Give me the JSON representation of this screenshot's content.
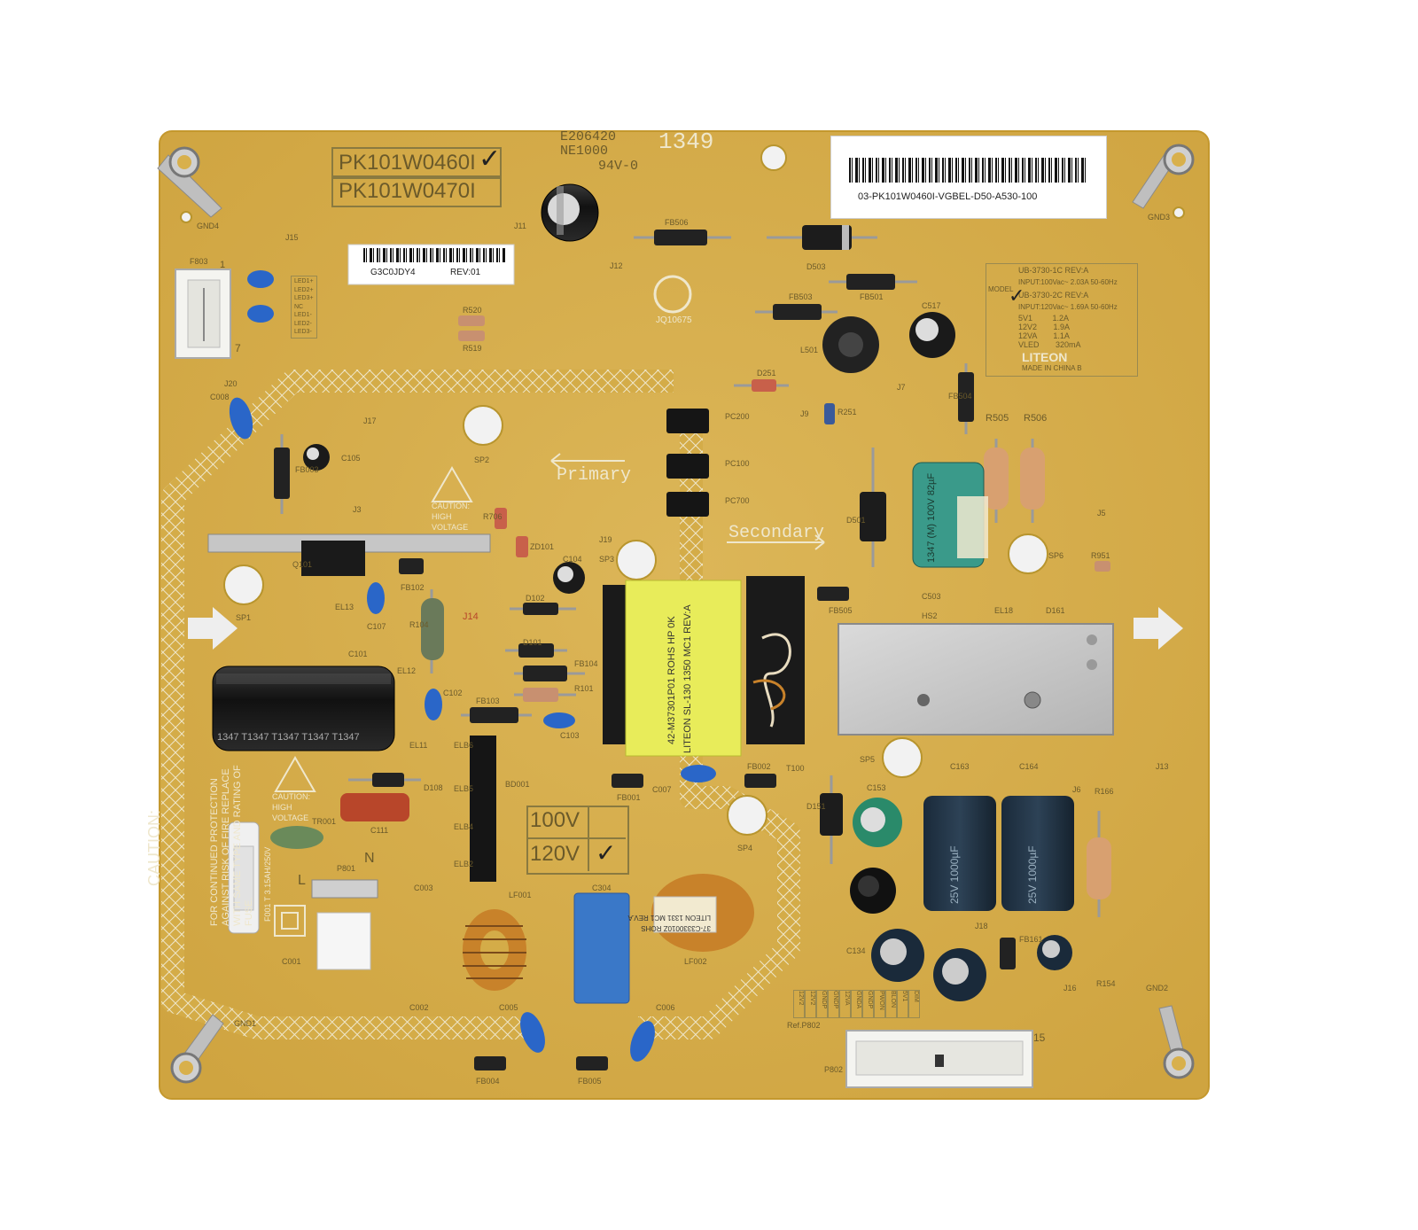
{
  "board": {
    "part_checked": "PK101W0460I",
    "part_alt": "PK101W0470I",
    "cert_line1": "E206420",
    "cert_line2": "NE1000",
    "flammability": "94V-0",
    "date_code": "1349",
    "barcode_text": "03-PK101W0460I-VGBEL-D50-A530-100",
    "sticker2_code": "G3C0JDY4",
    "sticker2_rev": "REV:01",
    "jqa_code": "JQ10675",
    "primary_label": "Primary",
    "secondary_label": "Secondary",
    "caution_title": "CAUTION:",
    "caution_body": "FOR CONTINUED PROTECTION AGAINST RISK OF FIRE REPLACE WITH SAME TYPE AND RATING OF FUSE.",
    "caution_hv_1": "CAUTION:",
    "caution_hv_2": "HIGH",
    "caution_hv_3": "VOLTAGE",
    "fuse_rating": "F001 T 3.15AH/250V",
    "voltage_100": "100V",
    "voltage_120": "120V",
    "brand": "LITEON",
    "made_in": "MADE IN CHINA B",
    "model_word": "MODEL",
    "model_a": "UB-3730-1C   REV:A",
    "model_a_input": "INPUT:100Vac~ 2.03A 50-60Hz",
    "model_b": "UB-3730-2C   REV:A",
    "model_b_input": "INPUT:120Vac~ 1.69A 50-60Hz",
    "outputs": [
      {
        "rail": "5V1",
        "value": "1.2A"
      },
      {
        "rail": "12V2",
        "value": "1.9A"
      },
      {
        "rail": "12VA",
        "value": "1.1A"
      },
      {
        "rail": "VLED",
        "value": "320mA"
      }
    ],
    "transformer_text1": "42-M37301P01 ROHS HP 0K",
    "transformer_text2": "LITEON SL-130 1350 MC1 REV:A",
    "inductor_text1": "37-C3330010Z ROHS",
    "inductor_text2": "LITEON 1331 MC1 REV.A",
    "cap_c101_text": "1347 T1347 T1347 T1347 T1347",
    "cap_c163_text": "25V 1000µF",
    "cap_c164_text": "25V 1000µF",
    "cap_c503_text": "1347 (M) 100V 82µF",
    "led_pins": [
      "LED1+",
      "LED2+",
      "LED3+",
      "NC",
      "LED1-",
      "LED2-",
      "LED3-"
    ],
    "p802_pins": [
      "12V2",
      "12V2",
      "GNDP",
      "GNDP",
      "12VA",
      "GNDA",
      "GNDP",
      "PWON",
      "BLON",
      "5V1",
      "DIM"
    ],
    "refs": {
      "gnd1": "GND1",
      "gnd2": "GND2",
      "gnd3": "GND3",
      "gnd4": "GND4",
      "f803": "F803",
      "j15": "J15",
      "j20": "J20",
      "c008": "C008",
      "j17": "J17",
      "c105": "C105",
      "fb003": "FB003",
      "j3": "J3",
      "sp2": "SP2",
      "sp1": "SP1",
      "c107": "C107",
      "fb102": "FB102",
      "c101": "C101",
      "el12": "EL12",
      "el11": "EL11",
      "c102": "C102",
      "fb103": "FB103",
      "r101": "R101",
      "c103": "C103",
      "fb104": "FB104",
      "d101": "D101",
      "d102": "D102",
      "c104": "C104",
      "sp3": "SP3",
      "j19": "J19",
      "zd101": "ZD101",
      "r706": "R706",
      "j14": "J14",
      "r520": "R520",
      "r519": "R519",
      "j11": "J11",
      "j12": "J12",
      "fb506": "FB506",
      "d503": "D503",
      "fb501": "FB501",
      "fb503": "FB503",
      "l501": "L501",
      "c517": "C517",
      "d251": "D251",
      "j9": "J9",
      "r251": "R251",
      "j7": "J7",
      "fb504": "FB504",
      "r505": "R505",
      "r506": "R506",
      "pc200": "PC200",
      "pc100": "PC100",
      "pc700": "PC700",
      "d501": "D501",
      "c503": "C503",
      "j5": "J5",
      "sp6": "SP6",
      "r951": "R951",
      "hs2": "HS2",
      "d161": "D161",
      "el18": "EL18",
      "fb505": "FB505",
      "fb002": "FB002",
      "t100": "T100",
      "sp5": "SP5",
      "c163": "C163",
      "c164": "C164",
      "c153": "C153",
      "d151": "D151",
      "j6": "J6",
      "r166": "R166",
      "j13": "J13",
      "c134": "C134",
      "j18": "J18",
      "fb161": "FB161",
      "j16": "J16",
      "r154": "R154",
      "ref_p802": "Ref.P802",
      "p802": "P802",
      "pin15": "15",
      "c007": "C007",
      "fb001": "FB001",
      "sp4": "SP4",
      "c304": "C304",
      "lf002": "LF002",
      "lf001": "LF001",
      "c003": "C003",
      "c002": "C002",
      "c005": "C005",
      "c006": "C006",
      "fb004": "FB004",
      "fb005": "FB005",
      "c001": "C001",
      "p801": "P801",
      "n": "N",
      "l": "L",
      "c111": "C111",
      "tr001": "TR001",
      "d108": "D108",
      "bd001": "BD001",
      "elb6": "ELB6",
      "elb5": "ELB5",
      "elb4": "ELB4",
      "elb2": "ELB2",
      "el13": "EL13",
      "q101": "Q101",
      "r104": "R104",
      "pin7": "7",
      "pin1": "1"
    }
  },
  "colors": {
    "pcb": "#d8b04c",
    "pcb_edge": "#c99c32",
    "silk": "#e8e4d4",
    "cap_blue": "#2a66c8",
    "heatsink": "#c9c9c9",
    "transformer_tape": "#e8ec5a",
    "cap_black": "#1a1a1a",
    "cap_teal": "#3a9a8a",
    "copper": "#c8822a",
    "xcap_blue": "#3a78c8",
    "resistor_tan": "#d8a070",
    "tape_red": "#b8462a",
    "tape_green": "#6a8a5a"
  }
}
